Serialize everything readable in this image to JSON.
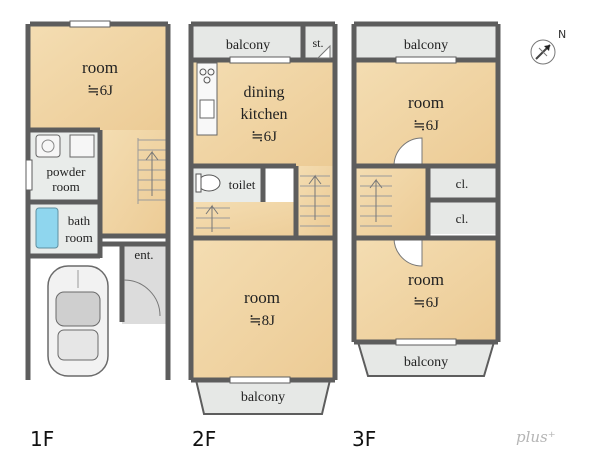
{
  "floors": {
    "first": {
      "label": "1F",
      "room": "room",
      "room_size": "≒6J",
      "powder_1": "powder",
      "powder_2": "room",
      "bath_1": "bath",
      "bath_2": "room",
      "entrance": "ent."
    },
    "second": {
      "label": "2F",
      "balcony_top": "balcony",
      "storage": "st.",
      "dining_1": "dining",
      "dining_2": "kitchen",
      "dining_size": "≒6J",
      "toilet": "toilet",
      "room": "room",
      "room_size": "≒8J",
      "balcony_bottom": "balcony"
    },
    "third": {
      "label": "3F",
      "balcony_top": "balcony",
      "room_top": "room",
      "room_top_size": "≒6J",
      "closet_1": "cl.",
      "closet_2": "cl.",
      "room_bottom": "room",
      "room_bottom_size": "≒6J",
      "balcony_bottom": "balcony"
    }
  },
  "compass": {
    "north": "N"
  },
  "logo": "plus⁺",
  "colors": {
    "floor": "#f3d9ac",
    "balcony": "#e6e8e6",
    "wall": "#5d5d5d",
    "tile": "#e9ecea",
    "bath": "#8fd6ee"
  }
}
